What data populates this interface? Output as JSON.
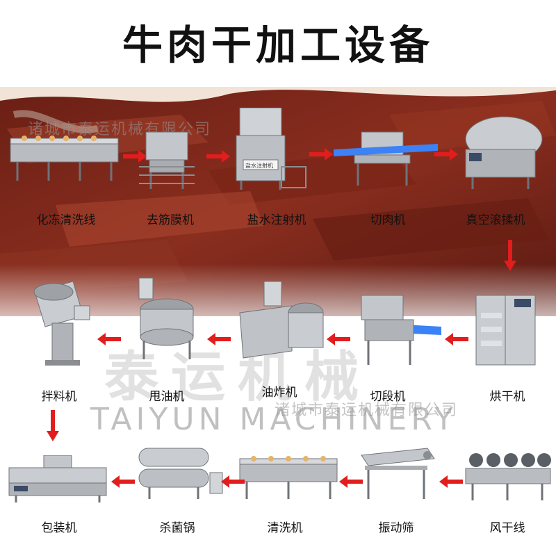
{
  "title": "牛肉干加工设备",
  "watermarks": {
    "company_top": "诸城市泰运机械有限公司",
    "company_mid": "诸城市泰运机械有限公司",
    "logo_cn": "泰运机械",
    "logo_en": "TAIYUN MACHINERY"
  },
  "colors": {
    "arrow": "#e11d1d",
    "steel": "#b9bcc0",
    "dark_steel": "#6f7378",
    "belt": "#3b82f6"
  },
  "stations": [
    {
      "label": "化冻清洗线"
    },
    {
      "label": "去筋膜机"
    },
    {
      "label": "盐水注射机",
      "panel_text": "盐水注射机"
    },
    {
      "label": "切肉机"
    },
    {
      "label": "真空滚揉机"
    },
    {
      "label": "烘干机"
    },
    {
      "label": "切段机"
    },
    {
      "label": "油炸机"
    },
    {
      "label": "甩油机"
    },
    {
      "label": "拌料机"
    },
    {
      "label": "包装机"
    },
    {
      "label": "杀菌锅"
    },
    {
      "label": "清洗机"
    },
    {
      "label": "振动筛"
    },
    {
      "label": "风干线"
    }
  ]
}
